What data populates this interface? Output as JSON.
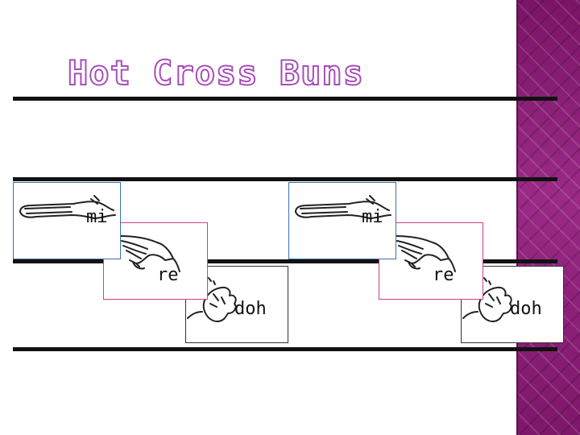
{
  "title": "Hot Cross Buns",
  "cards": [
    {
      "label": "mi",
      "hand_icon": "flat-hand-sign-icon"
    },
    {
      "label": "re",
      "hand_icon": "angled-hand-sign-icon"
    },
    {
      "label": "doh",
      "hand_icon": "fist-hand-sign-icon"
    },
    {
      "label": "mi",
      "hand_icon": "flat-hand-sign-icon"
    },
    {
      "label": "re",
      "hand_icon": "angled-hand-sign-icon"
    },
    {
      "label": "doh",
      "hand_icon": "fist-hand-sign-icon"
    }
  ],
  "colors": {
    "title_outline": "#a64fb7",
    "side_panel": "#8a1f74",
    "mi_border": "#3b6fb2",
    "re_border": "#d23c8c",
    "doh_border": "#333333"
  }
}
